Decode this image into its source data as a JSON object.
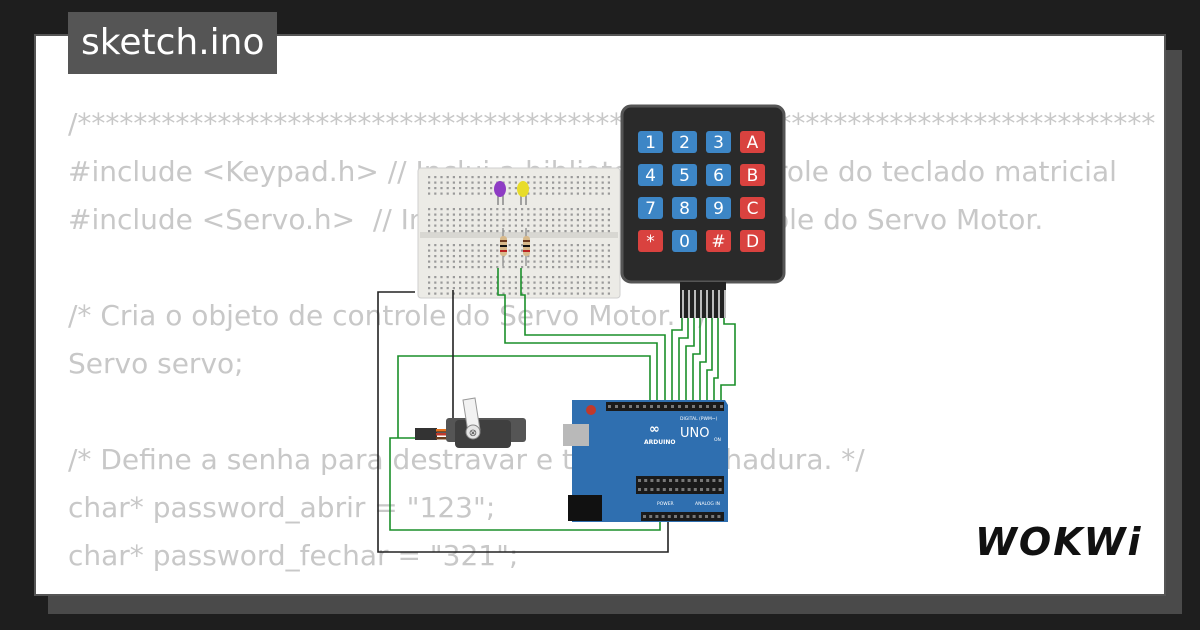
{
  "title": "sketch.ino",
  "code_lines": [
    "/*****************************************************************************",
    "#include <Keypad.h> // Inclui a biblioteca de controle do teclado matricial",
    "#include <Servo.h>  // Inclui a biblioteca de controle do Servo Motor.",
    "",
    "/* Cria o objeto de controle do Servo Motor. */",
    "Servo servo;",
    "",
    "/* Define a senha para destravar e travar a fechadura. */",
    "char* password_abrir = \"123\";",
    "char* password_fechar = \"321\";"
  ],
  "keypad": {
    "keys": [
      "1",
      "2",
      "3",
      "A",
      "4",
      "5",
      "6",
      "B",
      "7",
      "8",
      "9",
      "C",
      "*",
      "0",
      "#",
      "D"
    ],
    "number_key_color": "#3d86c6",
    "letter_key_color": "#d9423f",
    "body_color": "#2a2a2a"
  },
  "arduino": {
    "board_color": "#2f6fb0",
    "brand": "ARDUINO",
    "model": "UNO",
    "digital_label": "DIGITAL (PWM~)",
    "analog_label": "ANALOG IN",
    "power_label": "POWER",
    "on_label": "ON"
  },
  "leds": [
    {
      "color": "#8e3cc4"
    },
    {
      "color": "#e8dc2a"
    }
  ],
  "wire_color": "#1a8f2a",
  "brand_logo": "WOKWi"
}
